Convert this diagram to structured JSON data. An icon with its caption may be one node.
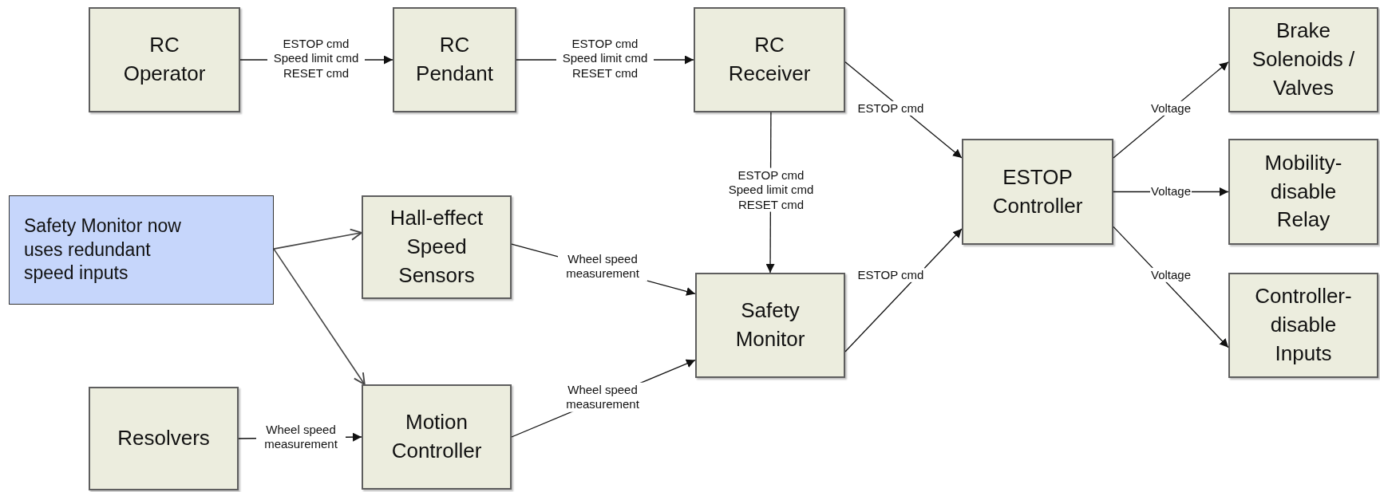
{
  "diagram": {
    "nodes": [
      {
        "text": [
          "RC Operator"
        ]
      },
      {
        "text": [
          "RC Pendant"
        ]
      },
      {
        "text": [
          "RC Receiver"
        ]
      },
      {
        "text": [
          "Brake Solenoids / Valves"
        ]
      },
      {
        "text": [
          "ESTOP Controller"
        ]
      },
      {
        "text": [
          "Mobility-disable Relay"
        ]
      },
      {
        "text": [
          "Safety Monitor now uses redundant speed inputs"
        ]
      },
      {
        "text": [
          "Hall-effect Speed Sensors"
        ]
      },
      {
        "text": [
          "Safety Monitor"
        ]
      },
      {
        "text": [
          "Controller-disable Inputs"
        ]
      },
      {
        "text": [
          "Resolvers"
        ]
      },
      {
        "text": [
          "Motion Controller"
        ]
      }
    ],
    "edges": [
      {
        "from": 0,
        "to": 1,
        "arrow": "to",
        "label": "ESTOP cmd Speed limit cmd RESET cmd"
      },
      {
        "from": 1,
        "to": 2,
        "arrow": "to",
        "label": "ESTOP cmd Speed limit cmd RESET cmd"
      },
      {
        "from": 2,
        "to": 4,
        "arrow": "to",
        "label": "ESTOP cmd"
      },
      {
        "from": 2,
        "to": 8,
        "arrow": "to",
        "label": "ESTOP cmd Speed limit cmd RESET cmd"
      },
      {
        "from": 4,
        "to": 3,
        "arrow": "to",
        "label": "Voltage"
      },
      {
        "from": 4,
        "to": 5,
        "arrow": "to",
        "label": "Voltage"
      },
      {
        "from": 4,
        "to": 9,
        "arrow": "to",
        "label": "Voltage"
      },
      {
        "from": 6,
        "to": 7,
        "arrow": "to"
      },
      {
        "from": 6,
        "to": 11,
        "arrow": "to"
      },
      {
        "from": 7,
        "to": 8,
        "arrow": "to",
        "label": "Wheel speed measurement"
      },
      {
        "from": 11,
        "to": 8,
        "arrow": "to",
        "label": "Wheel speed measurement"
      },
      {
        "from": 10,
        "to": 11,
        "arrow": "to",
        "label": "Wheel speed measurement"
      },
      {
        "from": 8,
        "to": 4,
        "arrow": "to",
        "label": "ESTOP cmd"
      }
    ]
  }
}
